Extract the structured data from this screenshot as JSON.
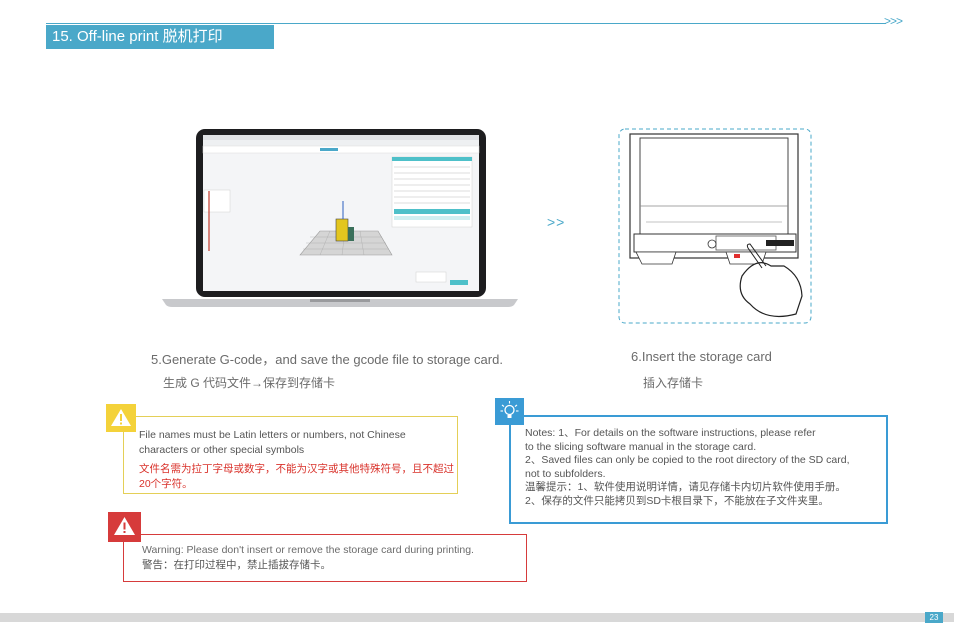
{
  "header": {
    "title": "15. Off-line print  脱机打印",
    "chevrons": ">>>"
  },
  "steps": [
    {
      "en": "5.Generate G-code，and save the gcode file to storage card.",
      "zh": "生成 G 代码文件→保存到存储卡"
    },
    {
      "en": "6.Insert the storage card",
      "zh": "插入存储卡"
    }
  ],
  "between_arrow": ">>",
  "caution": {
    "en": "File names must be Latin letters or numbers, not Chinese characters or other special symbols",
    "zh": "文件名需为拉丁字母或数字，不能为汉字或其他特殊符号，且不超过20个字符。"
  },
  "notes": {
    "line1": "Notes: 1、For details on the software instructions, please refer",
    "line2": "to the slicing software manual in the storage card.",
    "line3": "2、Saved files can only be copied to the root directory of the SD card,",
    "line4": "not to subfolders.",
    "line5": "温馨提示：1、软件使用说明详情，请见存储卡内切片软件使用手册。",
    "line6": "2、保存的文件只能拷贝到SD卡根目录下，不能放在子文件夹里。"
  },
  "warning": {
    "en": "Warning: Please don't insert or remove the storage card during printing.",
    "zh": "警告：在打印过程中，禁止插拔存储卡。"
  },
  "footer": {
    "page_number": "23"
  },
  "colors": {
    "accent": "#4aa8c9",
    "caution": "#f4d23a",
    "notes": "#3a9bd5",
    "warning": "#d63b3b"
  }
}
